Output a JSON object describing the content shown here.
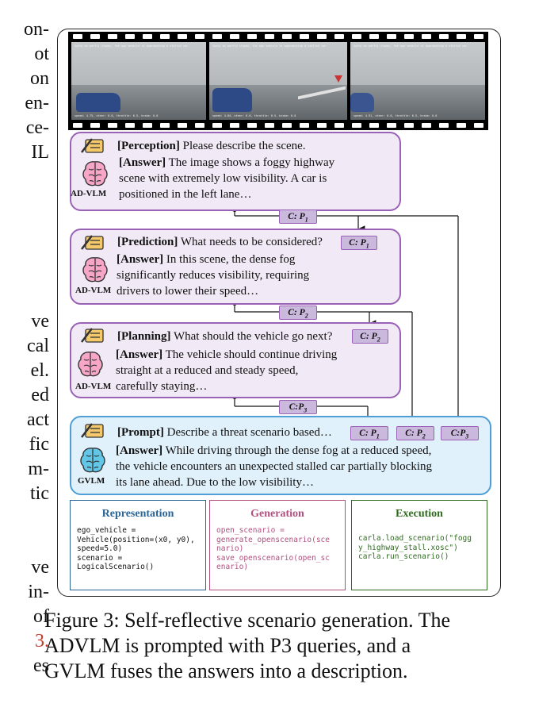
{
  "left_column": {
    "group1": [
      "on-",
      "ot",
      "on",
      "en-",
      "ce-",
      "IL"
    ],
    "group2": [
      "ve",
      "cal",
      "el.",
      "ed",
      "act",
      "fic",
      "m-",
      "tic"
    ],
    "group3": [
      "ve",
      "in-",
      "of",
      "3.",
      "es"
    ],
    "ref_color": "#c0392b"
  },
  "film": {
    "frames": [
      {
        "top_text": "Sunny as partly cloudy, the ego vehicle is approaching a stalled car.",
        "bottom_text": "speed: 4.75, steer: 0.0, throttle: 0.5, brake: 0.0"
      },
      {
        "top_text": "Sunny as partly cloudy, the ego vehicle is approaching a stalled car.",
        "bottom_text": "speed: 4.84, steer: 0.0, throttle: 0.5, brake: 0.0"
      },
      {
        "top_text": "Sunny as partly cloudy, the ego vehicle is approaching a stalled car.",
        "bottom_text": "speed: 4.91, steer: 0.0, throttle: 0.5, brake: 0.0"
      }
    ]
  },
  "boxes": {
    "perception": {
      "q_label": "[Perception]",
      "q_text": " Please describe the scene.",
      "a_label": "[Answer]",
      "a_lines": [
        " The image shows a foggy highway",
        "scene with extremely low visibility. A car is",
        "positioned in the left lane…"
      ],
      "model": "AD-VLM"
    },
    "prediction": {
      "q_label": "[Prediction]",
      "q_text": " What needs to be considered?",
      "a_label": "[Answer]",
      "a_lines": [
        " In this scene, the dense fog",
        "significantly reduces visibility, requiring",
        "drivers to lower their speed…"
      ],
      "model": "AD-VLM"
    },
    "planning": {
      "q_label": "[Planning]",
      "q_text": " What should the vehicle go next?",
      "a_label": "[Answer]",
      "a_lines": [
        " The vehicle should continue driving",
        "straight at a reduced and steady speed,",
        "carefully staying…"
      ],
      "model": "AD-VLM"
    },
    "prompt": {
      "q_label": "[Prompt]",
      "q_text": " Describe a threat scenario based…",
      "a_label": "[Answer]",
      "a_lines": [
        " While driving through the dense fog at a reduced speed,",
        "the vehicle encounters an unexpected stalled car partially blocking",
        "its lane ahead. Due to the low visibility…"
      ],
      "model": "GVLM"
    }
  },
  "tags": {
    "c_p1": "C: P",
    "c_p2": "C: P",
    "c_p3": "C:P",
    "sub1": "1",
    "sub2": "2",
    "sub3": "3"
  },
  "code": {
    "representation": {
      "title": "Representation",
      "code": "ego_vehicle =\nVehicle(position=(x0, y0),\nspeed=5.0)\nscenario =\nLogicalScenario()",
      "color": "#2a6496"
    },
    "generation": {
      "title": "Generation",
      "code": "open_scenario =\ngenerate_openscenario(sce\nnario)\nsave_openscenario(open_sc\nenario)",
      "color": "#b0507f"
    },
    "execution": {
      "title": "Execution",
      "code": "carla.load_scenario(\"fogg\ny_highway_stall.xosc\")\ncarla.run_scenario()",
      "color": "#2f6b1f"
    }
  },
  "caption": {
    "lines": [
      "Figure 3: Self-reflective scenario generation. The",
      "ADVLM is prompted with P3 queries, and a",
      "GVLM fuses the answers into a description."
    ]
  },
  "colors": {
    "purple_border": "#9a62b6",
    "purple_fill": "#f1e9f5",
    "blue_border": "#4f9ed6",
    "blue_fill": "#e1f1fb",
    "tag_fill": "#cbb8dd"
  }
}
